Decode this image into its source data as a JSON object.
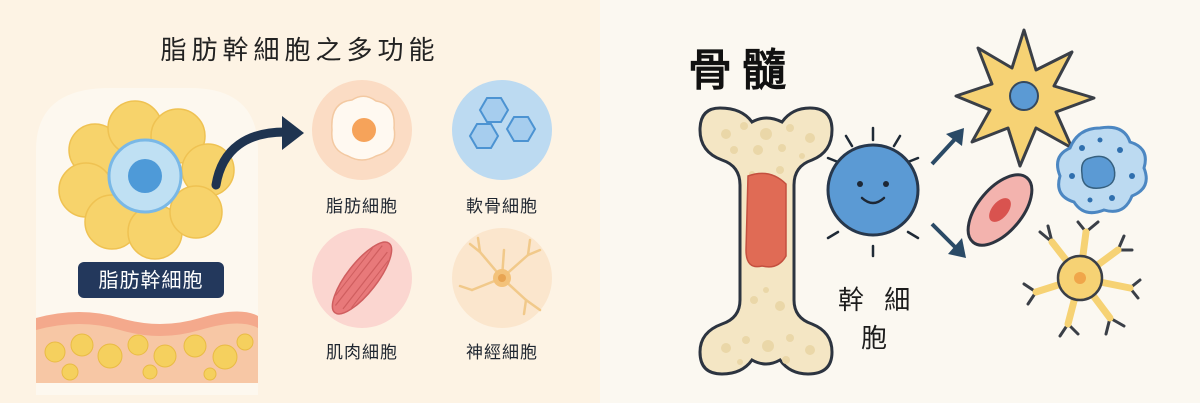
{
  "left_panel": {
    "title": "脂肪幹細胞之多功能",
    "source_label": "脂肪幹細胞",
    "targets": [
      {
        "label": "脂肪細胞",
        "icon": "fat-cell-icon"
      },
      {
        "label": "軟骨細胞",
        "icon": "cartilage-cell-icon"
      },
      {
        "label": "肌肉細胞",
        "icon": "muscle-cell-icon"
      },
      {
        "label": "神經細胞",
        "icon": "nerve-cell-icon"
      }
    ]
  },
  "right_panel": {
    "title": "骨髓",
    "stem_label_line1": "幹 細",
    "stem_label_line2": "胞",
    "outputs": [
      "star-cell-icon",
      "granular-cell-icon",
      "red-cell-icon",
      "neuron-like-cell-icon"
    ]
  },
  "colors": {
    "fat_yellow": "#f7d36b",
    "stem_blue": "#7ab8e6",
    "badge_navy": "#23385c",
    "arrow_navy": "#1f3450",
    "muscle_red": "#e8797a",
    "bone_beige": "#f4e6c4",
    "marrow_red": "#e06b55"
  }
}
